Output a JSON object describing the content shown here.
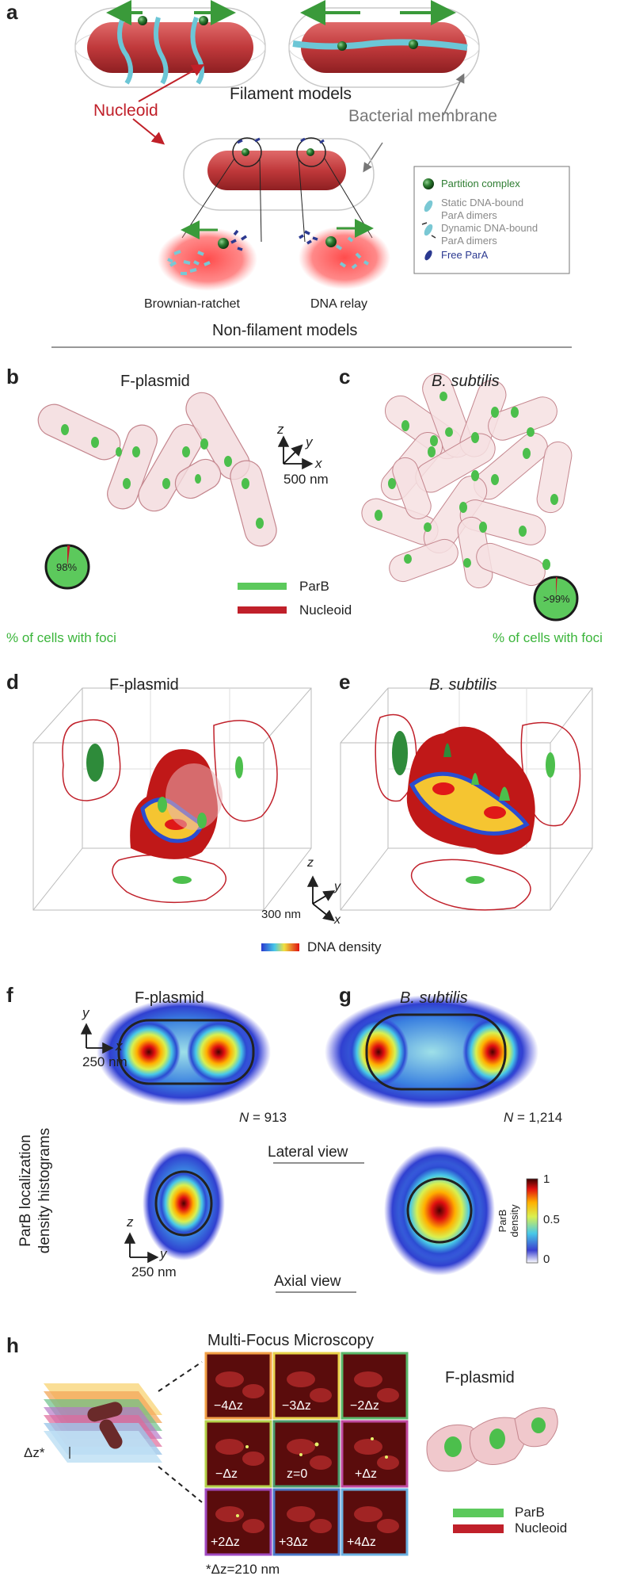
{
  "panel_letters": {
    "a": "a",
    "b": "b",
    "c": "c",
    "d": "d",
    "e": "e",
    "f": "f",
    "g": "g",
    "h": "h"
  },
  "a": {
    "filament_models": "Filament models",
    "nucleoid": "Nucleoid",
    "bacterial_membrane": "Bacterial membrane",
    "brownian_ratchet": "Brownian-ratchet",
    "dna_relay": "DNA relay",
    "non_filament_models": "Non-filament models",
    "legend": [
      {
        "label": "Partition complex",
        "color": "#2e7d32"
      },
      {
        "label": "Static DNA-bound",
        "color": "#8a8a8a"
      },
      {
        "label": "ParA dimers",
        "color": "#8a8a8a"
      },
      {
        "label": "Dynamic DNA-bound",
        "color": "#8a8a8a"
      },
      {
        "label": "ParA dimers",
        "color": "#8a8a8a"
      },
      {
        "label": "Free ParA",
        "color": "#2b3990"
      }
    ]
  },
  "b": {
    "title": "F-plasmid",
    "pie_percent": "98%",
    "pie_value": 98,
    "caption": "% of cells with foci"
  },
  "c": {
    "title": "B. subtilis",
    "pie_percent": ">99%",
    "pie_value": 99,
    "caption": "% of cells with foci"
  },
  "axes_bc": {
    "z": "z",
    "y": "y",
    "x": "x",
    "scale": "500 nm"
  },
  "legend_bc": {
    "parb": "ParB",
    "nucleoid": "Nucleoid",
    "parb_color": "#5cc95c",
    "nucleoid_color": "#c0202a"
  },
  "d": {
    "title": "F-plasmid"
  },
  "e": {
    "title": "B. subtilis"
  },
  "axes_de": {
    "z": "z",
    "y": "y",
    "x": "x",
    "scale": "300 nm"
  },
  "dna_density": "DNA density",
  "f": {
    "title": "F-plasmid",
    "n_label": "N",
    "n_value": "= 913"
  },
  "g": {
    "title": "B. subtilis",
    "n_label": "N",
    "n_value": "= 1,214"
  },
  "axes_f": {
    "y": "y",
    "x": "x",
    "scale": "250 nm"
  },
  "axes_fz": {
    "z": "z",
    "y": "y",
    "scale": "250 nm"
  },
  "side_label": {
    "line1": "ParB localization",
    "line2": "density histograms"
  },
  "lateral_view": "Lateral view",
  "axial_view": "Axial view",
  "colorbar": {
    "max": "1",
    "mid": "0.5",
    "min": "0",
    "label1": "ParB",
    "label2": "density"
  },
  "h": {
    "title": "Multi-Focus Microscopy",
    "fplasmid": "F-plasmid",
    "dz_label": "Δz*",
    "footnote": "*Δz=210 nm",
    "tiles": [
      "−4Δz",
      "−3Δz",
      "−2Δz",
      "−Δz",
      "z=0",
      "+Δz",
      "+2Δz",
      "+3Δz",
      "+4Δz"
    ],
    "parb": "ParB",
    "nucleoid": "Nucleoid"
  }
}
